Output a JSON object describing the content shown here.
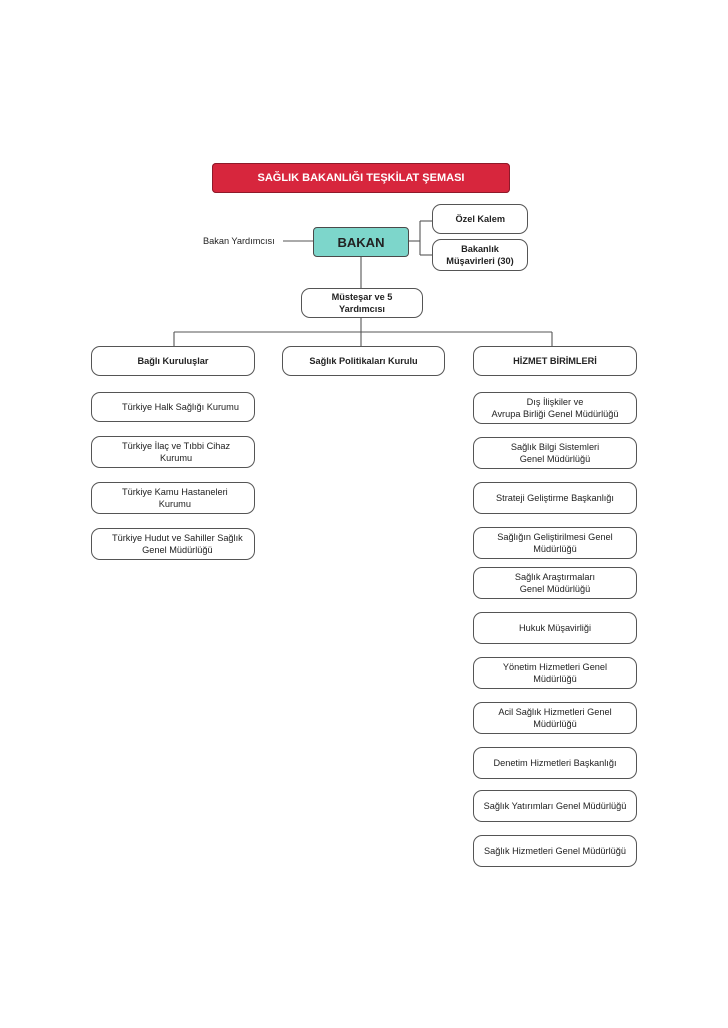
{
  "title": "SAĞLIK BAKANLIĞI TEŞKİLAT ŞEMASI",
  "bakan": "BAKAN",
  "bakan_yardimcisi": "Bakan Yardımcısı",
  "ozel_kalem": "Özel Kalem",
  "bakanlik_musavirleri": "Bakanlık\nMüşavirleri (30)",
  "mustesar": "Müsteşar ve 5 Yardımcısı",
  "columns": {
    "bagli": "Bağlı Kuruluşlar",
    "politika": "Sağlık Politikaları Kurulu",
    "hizmet": "HİZMET BİRİMLERİ"
  },
  "bagli_kuruluslar": [
    "Türkiye Halk Sağlığı Kurumu",
    "Türkiye İlaç ve Tıbbi Cihaz\nKurumu",
    "Türkiye Kamu Hastaneleri\nKurumu",
    "Türkiye Hudut ve Sahiller Sağlık\nGenel Müdürlüğü"
  ],
  "hizmet_birimleri": [
    "Dış İlişkiler ve\nAvrupa Birliği Genel Müdürlüğü",
    "Sağlık Bilgi Sistemleri\nGenel Müdürlüğü",
    "Strateji Geliştirme Başkanlığı",
    "Sağlığın Geliştirilmesi Genel Müdürlüğü",
    "Sağlık Araştırmaları\nGenel Müdürlüğü",
    "Hukuk Müşavirliği",
    "Yönetim Hizmetleri Genel Müdürlüğü",
    "Acil Sağlık Hizmetleri Genel Müdürlüğü",
    "Denetim Hizmetleri Başkanlığı",
    "Sağlık Yatırımları Genel Müdürlüğü",
    "Sağlık Hizmetleri Genel Müdürlüğü"
  ],
  "colors": {
    "title_bg": "#d7263d",
    "bakan_bg": "#7dd6cb",
    "line": "#555555"
  }
}
